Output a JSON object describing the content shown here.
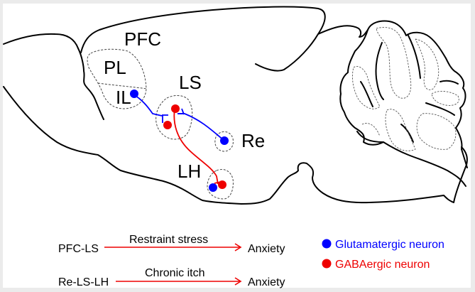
{
  "colors": {
    "glutamatergic": "#0000ff",
    "gabaergic": "#ee0000",
    "outline": "#000000",
    "background": "#ebebeb",
    "panel": "#ffffff"
  },
  "regions": {
    "pfc": "PFC",
    "pl": "PL",
    "il": "IL",
    "ls": "LS",
    "re": "Re",
    "lh": "LH"
  },
  "pathways": [
    {
      "source": "PFC-LS",
      "condition": "Restraint stress",
      "outcome": "Anxiety"
    },
    {
      "source": "Re-LS-LH",
      "condition": "Chronic itch",
      "outcome": "Anxiety"
    }
  ],
  "legend": [
    {
      "label": "Glutamatergic neuron",
      "color": "#0000ff"
    },
    {
      "label": "GABAergic neuron",
      "color": "#ee0000"
    }
  ]
}
